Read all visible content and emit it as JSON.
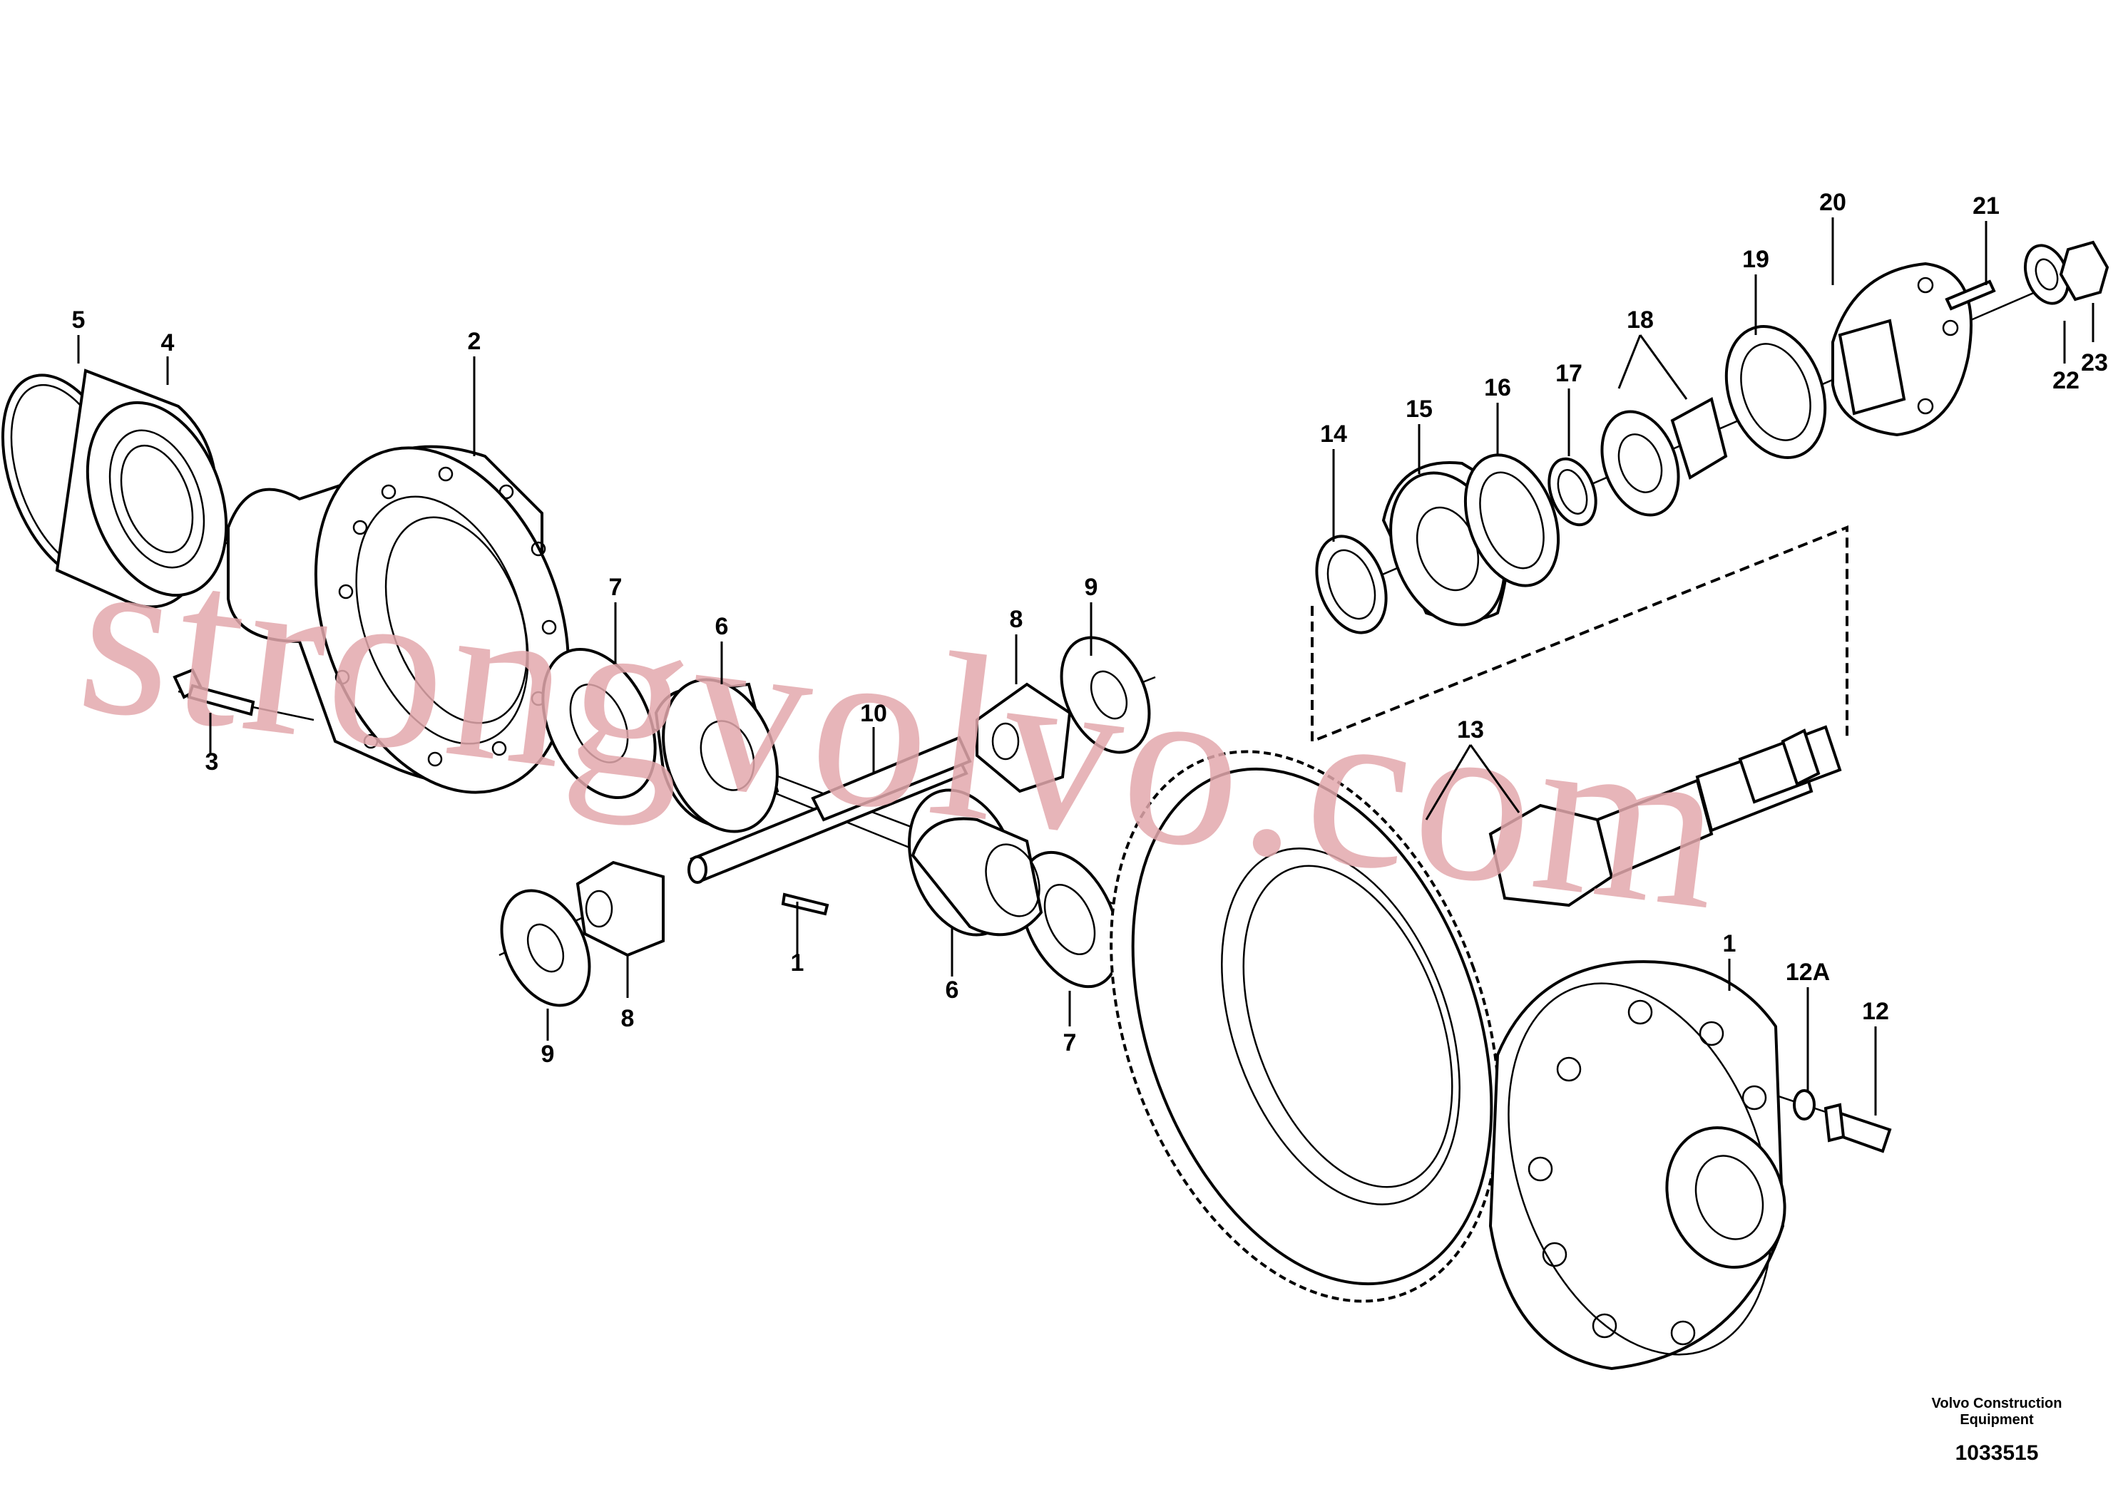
{
  "labels": {
    "l1a": "1",
    "l1b": "1",
    "l2": "2",
    "l3": "3",
    "l4": "4",
    "l5": "5",
    "l6a": "6",
    "l6b": "6",
    "l7a": "7",
    "l7b": "7",
    "l8a": "8",
    "l8b": "8",
    "l9a": "9",
    "l9b": "9",
    "l10": "10",
    "l12": "12",
    "l12a": "12A",
    "l13": "13",
    "l14": "14",
    "l15": "15",
    "l16": "16",
    "l17": "17",
    "l18": "18",
    "l19": "19",
    "l20": "20",
    "l21": "21",
    "l22": "22",
    "l23": "23"
  },
  "footer": {
    "line1": "Volvo Construction",
    "line2": "Equipment",
    "drawing_number": "1033515"
  },
  "watermark": "strongvolvo.com",
  "colors": {
    "line": "#000000",
    "watermark": "#e3a9ad",
    "background": "#ffffff"
  }
}
